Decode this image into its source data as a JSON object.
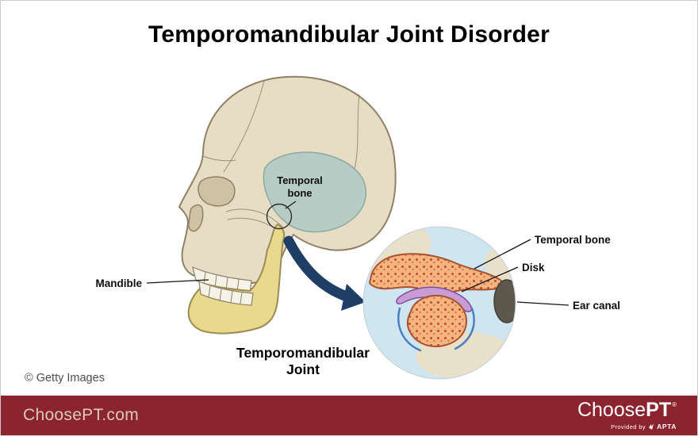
{
  "title": "Temporomandibular Joint Disorder",
  "skull": {
    "temporal_label_line1": "Temporal",
    "temporal_label_line2": "bone",
    "mandible_label": "Mandible"
  },
  "inset": {
    "temporal_bone_label": "Temporal bone",
    "disk_label": "Disk",
    "ear_canal_label": "Ear canal",
    "caption_line1": "Temporomandibular",
    "caption_line2": "Joint"
  },
  "credit": "© Getty Images",
  "footer": {
    "site": "ChoosePT.com",
    "brand_choose": "Choose",
    "brand_pt": "PT",
    "registered": "®",
    "provided_by": "Provided by",
    "provider": "APTA"
  },
  "colors": {
    "title": "#000000",
    "label": "#0d0d0d",
    "leader": "#141414",
    "credit": "#4d4d4d",
    "bone": "#e7ddc5",
    "bone_stroke": "#8f8168",
    "bone_shadow": "#cfc2a4",
    "teeth": "#f5f2e8",
    "mandible": "#e9d98c",
    "mandible_stroke": "#9a8c55",
    "temporal": "#b5ccc6",
    "temporal_stroke": "#86a79e",
    "circle_stroke": "#2e2e2e",
    "arrow": "#1e3e66",
    "inset_blue": "#cfe5ef",
    "inset_beige": "#e9e0ca",
    "inset_bone": "#f3b480",
    "inset_bone_stroke": "#a8512f",
    "dot": "#c64828",
    "dot2": "#d96a3b",
    "disk": "#c99cd4",
    "disk_stroke": "#7e4f9e",
    "capsule": "#4a7fc1",
    "ear": "#5e574b",
    "ear_stroke": "#433d33",
    "footer_bg": "#8c2430",
    "footer_text": "#d8ccb0"
  }
}
